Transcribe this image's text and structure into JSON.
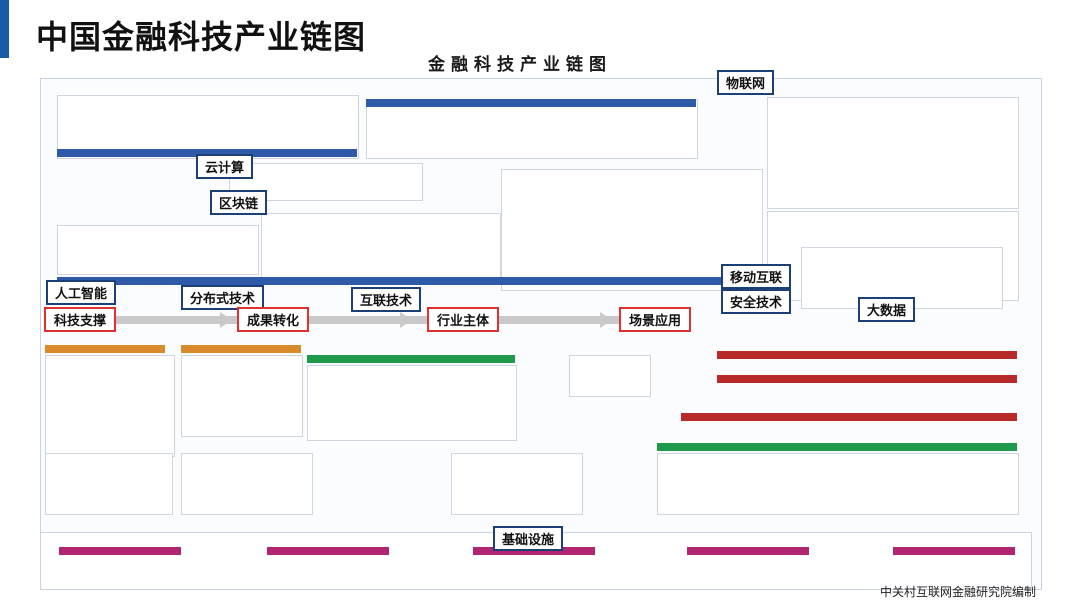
{
  "page": {
    "title": "中国金融科技产业链图",
    "subtitle": "金融科技产业链图",
    "footer": "中关村互联网金融研究院编制"
  },
  "tags": {
    "iot": "物联网",
    "cloud": "云计算",
    "blockchain": "区块链",
    "ai": "人工智能",
    "distributed": "分布式技术",
    "internet": "互联技术",
    "mobile": "移动互联",
    "security": "安全技术",
    "bigdata": "大数据",
    "infrastructure": "基础设施"
  },
  "flow": {
    "tech_support": "科技支撑",
    "outcome": "成果转化",
    "industry": "行业主体",
    "scenario": "场景应用"
  },
  "colors": {
    "tag_border": "#1c3f78",
    "flow_border": "#e03131",
    "accent": "#1b5aa6"
  }
}
